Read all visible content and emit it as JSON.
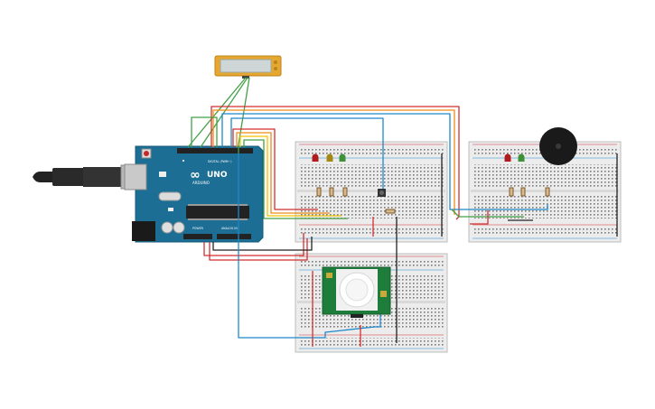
{
  "arduino": {
    "logo_text": "∞",
    "brand": "ARDUINO",
    "model": "UNO",
    "digital_label": "DIGITAL (PWM~)",
    "power_label": "POWER",
    "analog_label": "ANALOG IN"
  },
  "colors": {
    "wire_red": "#d32f2f",
    "wire_green": "#43a047",
    "wire_blue": "#1e88c9",
    "wire_yellow": "#f2c200",
    "wire_orange": "#ef8a17",
    "wire_black": "#222222",
    "arduino_blue": "#1c6e95",
    "breadboard": "#ececec",
    "pir_board": "#1e7d3a",
    "lcd_frame": "#e7a72e",
    "lcd_screen": "#cfd7d6"
  },
  "components": {
    "leds_left": [
      "red",
      "yellow",
      "green"
    ],
    "leds_right": [
      "red",
      "green"
    ],
    "buzzer": "piezo",
    "pushbutton": "tactile",
    "pir_sensor": "PIR"
  }
}
